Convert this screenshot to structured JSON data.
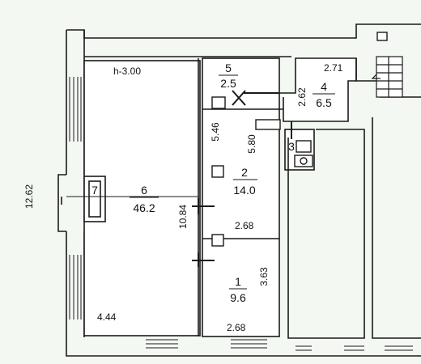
{
  "plan": {
    "ceiling_height": "h-3.00",
    "overall_height": "12.62",
    "rooms": [
      {
        "number": "1",
        "area": "9.6"
      },
      {
        "number": "2",
        "area": "14.0"
      },
      {
        "number": "3"
      },
      {
        "number": "4",
        "area": "6.5"
      },
      {
        "number": "5",
        "area": "2.5"
      },
      {
        "number": "6",
        "area": "46.2"
      },
      {
        "number": "7"
      }
    ],
    "dimensions": {
      "room6_width": "4.44",
      "room6_length": "10.84",
      "corridor_length": "5.46",
      "room2_length": "5.80",
      "room2_width": "2.68",
      "room1_width": "2.68",
      "room1_length": "3.63",
      "room4_width": "2.71",
      "room4_length": "2.62"
    }
  },
  "colors": {
    "background": "#f4f8f2",
    "wall": "#1a1a1a",
    "fill": "#ffffff"
  }
}
